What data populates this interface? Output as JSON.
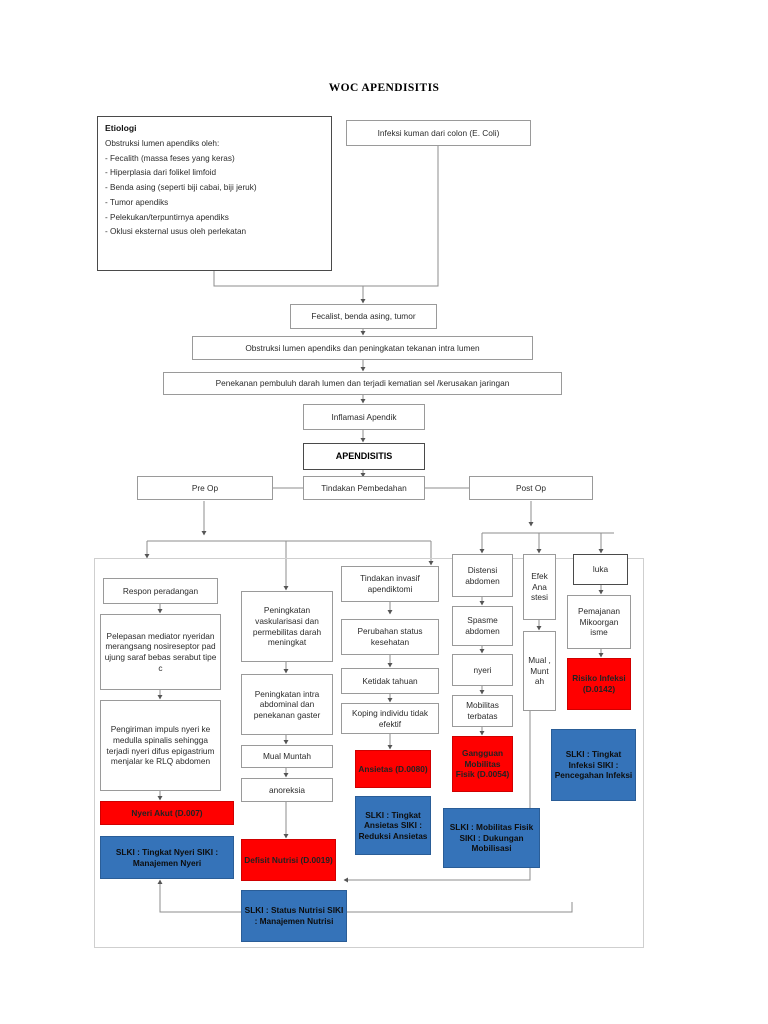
{
  "page": {
    "title": "WOC APENDISITIS",
    "colors": {
      "red": "#FF0000",
      "blue": "#3573B9",
      "box_border": "#9a9a9a",
      "frame": "#cfcfcf"
    }
  },
  "etiologi": {
    "heading": "Etiologi",
    "subheading": "Obstruksi lumen apendiks oleh:",
    "items": [
      "- Fecalith (massa feses yang keras)",
      "- Hiperplasia dari folikel limfoid",
      "- Benda asing (seperti biji cabai, biji jeruk)",
      "- Tumor apendiks",
      "- Pelekukan/terpuntirnya apendiks",
      "- Oklusi eksternal usus oleh perlekatan"
    ]
  },
  "nodes": {
    "infeksi": "Infeksi kuman dari colon (E. Coli)",
    "fecalist": "Fecalist, benda asing, tumor",
    "obstruksi": "Obstruksi lumen apendiks dan peningkatan tekanan intra lumen",
    "penekanan": "Penekanan pembuluh darah lumen dan terjadi kematian sel /kerusakan jaringan",
    "inflamasi": "Inflamasi Apendik",
    "apendisitis": "APENDISITIS",
    "pembedahan": "Tindakan Pembedahan",
    "pre_op": "Pre Op",
    "post_op": "Post Op"
  },
  "preop_branch_a": {
    "respon": "Respon peradangan",
    "pelepasan": "Pelepasan mediator nyeridan merangsang nosireseptor pad ujung saraf bebas serabut tipe c",
    "pengiriman": "Pengiriman impuls nyeri ke medulla spinalis sehingga terjadi nyeri difus epigastrium menjalar ke RLQ abdomen",
    "diagnosa": "Nyeri Akut (D.007)",
    "intervensi": "SLKI : Tingkat Nyeri SIKI : Manajemen Nyeri"
  },
  "preop_branch_b": {
    "peningkatan_vask": "Peningkatan vaskularisasi dan permebilitas darah meningkat",
    "peningkatan_intra": "Peningkatan intra abdominal dan penekanan gaster",
    "mual_muntah": "Mual Muntah",
    "anoreksia": "anoreksia",
    "diagnosa": "Defisit Nutrisi (D.0019)",
    "intervensi": "SLKI : Status Nutrisi SIKI : Manajemen Nutrisi"
  },
  "preop_branch_c": {
    "tindakan": "Tindakan invasif apendiktomi",
    "perubahan": "Perubahan status kesehatan",
    "ketidaktahuan": "Ketidak tahuan",
    "koping": "Koping individu tidak efektif",
    "diagnosa": "Ansietas (D.0080)",
    "intervensi": "SLKI : Tingkat Ansietas SIKI : Reduksi Ansietas"
  },
  "postop_branch_a": {
    "distensi": "Distensi abdomen",
    "spasme": "Spasme abdomen",
    "nyeri": "nyeri",
    "mobilitas": "Mobilitas terbatas",
    "diagnosa": "Gangguan Mobilitas Fisik (D.0054)",
    "intervensi": "SLKI : Mobilitas Fisik SIKI : Dukungan Mobilisasi"
  },
  "postop_branch_b": {
    "efek": "Efek Ana stesi",
    "mual": "Mual , Munt ah"
  },
  "postop_branch_c": {
    "luka": "luka",
    "pemajanan": "Pemajanan Mikoorgan isme",
    "diagnosa": "Risiko Infeksi (D.0142)",
    "intervensi": "SLKI : Tingkat Infeksi SIKI : Pencegahan Infeksi"
  }
}
